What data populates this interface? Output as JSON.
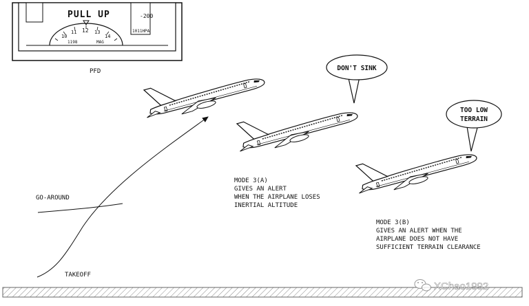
{
  "pfd": {
    "warning": "PULL UP",
    "vs_value": "-200",
    "baro": "1011HPA",
    "heading_ticks": [
      "10",
      "11",
      "12",
      "13",
      "14"
    ],
    "left_readout": "1198",
    "right_readout": "MAG",
    "caption": "PFD"
  },
  "callouts": {
    "dont_sink": "DON'T SINK",
    "too_low_line1": "TOO LOW",
    "too_low_line2": "TERRAIN"
  },
  "mode_a": {
    "line1": "MODE 3(A)",
    "line2": "GIVES AN ALERT",
    "line3": "WHEN THE AIRPLANE LOSES",
    "line4": "INERTIAL ALTITUDE"
  },
  "mode_b": {
    "line1": "MODE 3(B)",
    "line2": "GIVES AN ALERT WHEN THE",
    "line3": "AIRPLANE DOES NOT HAVE",
    "line4": "SUFFICIENT TERRAIN CLEARANCE"
  },
  "labels": {
    "go_around": "GO-AROUND",
    "takeoff": "TAKEOFF"
  },
  "watermark": "XChao1992"
}
